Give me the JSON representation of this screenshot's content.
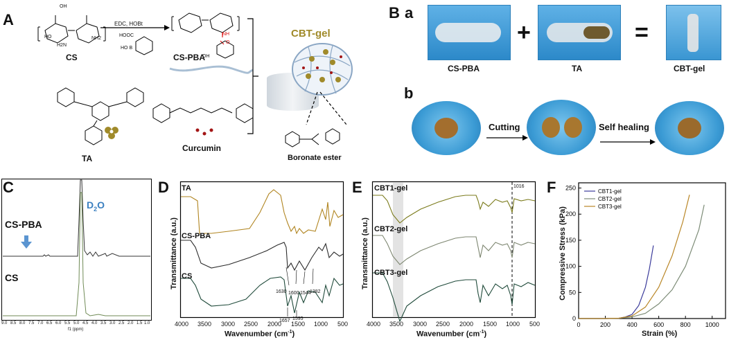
{
  "panels": {
    "A": "A",
    "B": "B",
    "C": "C",
    "D": "D",
    "E": "E",
    "F": "F"
  },
  "panel_b_sub": {
    "a": "a",
    "b": "b"
  },
  "panel_a": {
    "cs": "CS",
    "reagents": "EDC, HOBt",
    "cs_pba": "CS-PBA",
    "ta": "TA",
    "curcumin": "Curcumin",
    "cbt_gel": "CBT-gel",
    "boronate_ester": "Boronate ester",
    "cs_groups": {
      "oh": "OH",
      "ho": "HO",
      "h2n": "H2N",
      "nh2": "NH2"
    },
    "pba_groups": {
      "hooc": "HOOC",
      "hob": "HO B",
      "oh": "OH",
      "nh": "NH",
      "o": "O"
    }
  },
  "panel_ba": {
    "items": [
      "CS-PBA",
      "TA",
      "CBT-gel"
    ],
    "plus": "+",
    "equals": "="
  },
  "panel_bb": {
    "cutting": "Cutting",
    "self_healing": "Self healing"
  },
  "panel_c": {
    "d2o_main": "D",
    "d2o_sub": "2",
    "d2o_end": "O",
    "cs_pba": "CS-PBA",
    "cs": "CS",
    "xticks": [
      "9.0",
      "8.5",
      "8.0",
      "7.5",
      "7.0",
      "6.5",
      "6.0",
      "5.5",
      "5.0",
      "4.5",
      "4.0",
      "3.5",
      "3.0",
      "2.5",
      "2.0",
      "1.5",
      "1.0"
    ],
    "xlabel": "f1 (ppm)"
  },
  "panel_d": {
    "ylabel": "Transmittance (a.u.)",
    "xlabel_main": "Wavenumber (cm",
    "xlabel_sup": "-1",
    "xlabel_end": ")",
    "series": [
      "TA",
      "CS-PBA",
      "CS"
    ],
    "peaks": [
      "1630",
      "1600",
      "1544",
      "1382",
      "1657",
      "1595"
    ],
    "xticks": [
      "4000",
      "3500",
      "3000",
      "2500",
      "2000",
      "1500",
      "1000",
      "500"
    ]
  },
  "panel_e": {
    "ylabel": "Transmittance (a.u.)",
    "xlabel_main": "Wavenumber (cm",
    "xlabel_sup": "-1",
    "xlabel_end": ")",
    "series": [
      "CBT1-gel",
      "CBT2-gel",
      "CBT3-gel"
    ],
    "peak": "1016",
    "xticks": [
      "4000",
      "3500",
      "3000",
      "2500",
      "2000",
      "1500",
      "1000",
      "500"
    ]
  },
  "chart_data": {
    "type": "line",
    "title": "",
    "xlabel": "Strain (%)",
    "ylabel": "Compressive Stress (kPa)",
    "xlim": [
      0,
      1100
    ],
    "ylim": [
      0,
      260
    ],
    "xticks": [
      "0",
      "200",
      "400",
      "600",
      "800",
      "1000"
    ],
    "yticks": [
      "0",
      "50",
      "100",
      "150",
      "200",
      "250"
    ],
    "legend_position": "top-left",
    "series": [
      {
        "name": "CBT1-gel",
        "color": "#3b3b9b",
        "x": [
          0,
          200,
          300,
          350,
          400,
          450,
          500,
          530,
          560
        ],
        "y": [
          0,
          0,
          0.5,
          3,
          8,
          25,
          60,
          95,
          140
        ]
      },
      {
        "name": "CBT2-gel",
        "color": "#7d8c77",
        "x": [
          0,
          200,
          300,
          400,
          500,
          600,
          700,
          800,
          900,
          940
        ],
        "y": [
          0,
          0,
          0.5,
          3,
          10,
          28,
          55,
          100,
          170,
          218
        ]
      },
      {
        "name": "CBT3-gel",
        "color": "#b98626",
        "x": [
          0,
          200,
          300,
          400,
          500,
          600,
          700,
          780,
          830
        ],
        "y": [
          0,
          0,
          0.5,
          5,
          22,
          60,
          120,
          185,
          237
        ]
      }
    ]
  },
  "colors": {
    "ta_curve": "#b0841f",
    "cspba_curve": "#2b2b2b",
    "cs_curve": "#1f4a3a",
    "cbt1": "#7a7a1a",
    "cbt2": "#7d8670",
    "cbt3": "#1f4a3a",
    "accent_blue": "#3a7fc0",
    "gel_gold": "#a08a2a"
  }
}
